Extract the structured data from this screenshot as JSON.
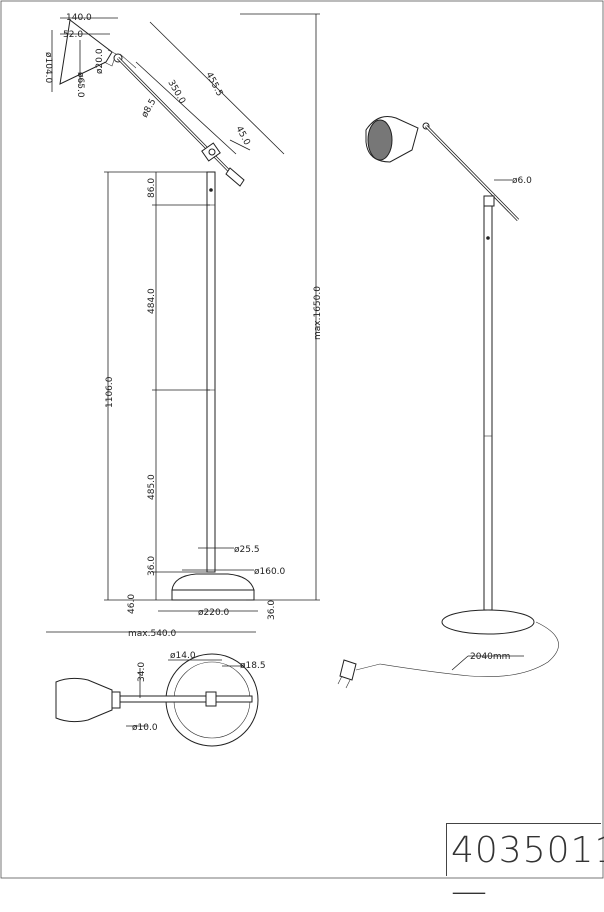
{
  "drawing": {
    "article_code": "4035011—",
    "dims": {
      "shade_w": "140.0",
      "shade_inner": "52.0",
      "d_104": "ø104.0",
      "d_65": "ø65.0",
      "d_20": "ø20.0",
      "arm_total": "455.5",
      "arm_350": "350.0",
      "d_85": "ø8.5",
      "ang_45": "45.0",
      "h_86": "86.0",
      "h_484": "484.0",
      "h_485": "485.0",
      "h_36a": "36.0",
      "h_1106": "1106.0",
      "max_h": "max.1650.0",
      "d_255": "ø25.5",
      "d_160": "ø160.0",
      "d_220": "ø220.0",
      "h_46": "46.0",
      "h_36b": "36.0",
      "max_w": "max.540.0",
      "d_6": "ø6.0",
      "cable": "2040mm",
      "top_34": "34.0",
      "top_d14": "ø14.0",
      "top_d185": "ø18.5",
      "top_d10": "ø10.0"
    }
  }
}
